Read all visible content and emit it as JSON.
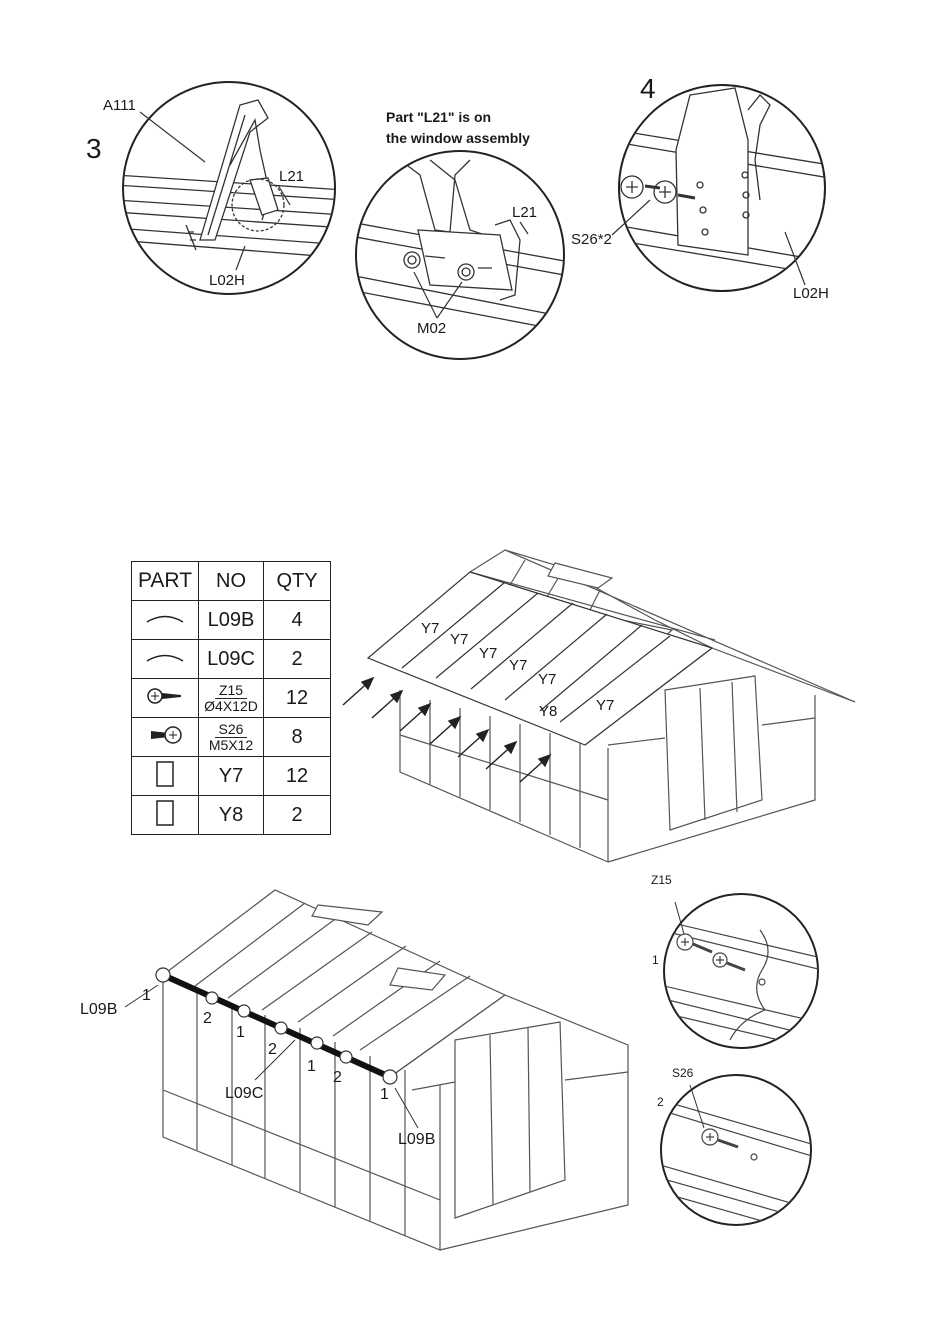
{
  "step3": {
    "number": "3",
    "labels": {
      "a111": "A111",
      "l21": "L21",
      "l02h": "L02H"
    }
  },
  "middle": {
    "note_line1": "Part \"L21\" is on",
    "note_line2": "the window assembly",
    "labels": {
      "l21": "L21",
      "m02": "M02"
    }
  },
  "step4": {
    "number": "4",
    "labels": {
      "s26x2": "S26*2",
      "l02h": "L02H"
    }
  },
  "parts_table": {
    "headers": {
      "part": "PART",
      "no": "NO",
      "qty": "QTY"
    },
    "rows": [
      {
        "icon": "curved-bar-icon",
        "no": "L09B",
        "qty": "4"
      },
      {
        "icon": "curved-bar-icon",
        "no": "L09C",
        "qty": "2"
      },
      {
        "icon": "screw-icon",
        "no_top": "Z15",
        "no_bottom": "Ø4X12D",
        "qty": "12"
      },
      {
        "icon": "screw-icon",
        "no_top": "S26",
        "no_bottom": "M5X12",
        "qty": "8"
      },
      {
        "icon": "panel-icon",
        "no": "Y7",
        "qty": "12"
      },
      {
        "icon": "panel-icon",
        "no": "Y8",
        "qty": "2"
      }
    ]
  },
  "roof_diagram": {
    "panel_labels": [
      "Y7",
      "Y7",
      "Y7",
      "Y7",
      "Y7",
      "Y8",
      "Y7"
    ]
  },
  "bottom_diagram": {
    "labels": {
      "l09b_left": "L09B",
      "l09c": "L09C",
      "l09b_right": "L09B"
    },
    "sequence": [
      "1",
      "2",
      "1",
      "2",
      "1",
      "2",
      "1"
    ],
    "detail1": {
      "title": "Z15",
      "step": "1"
    },
    "detail2": {
      "title": "S26",
      "step": "2"
    }
  }
}
